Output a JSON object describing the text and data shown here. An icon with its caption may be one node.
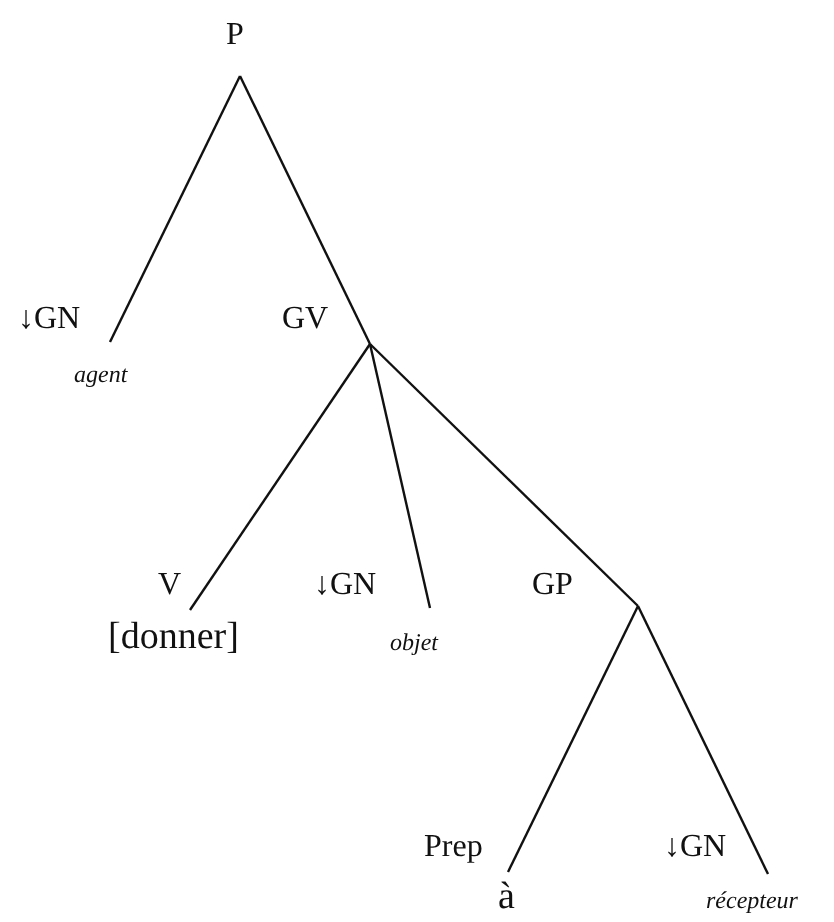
{
  "diagram": {
    "nodes": [
      {
        "text": [
          "P"
        ]
      },
      {
        "text": [
          "↓GN"
        ],
        "beside": [
          "agent"
        ]
      },
      {
        "text": [
          "GV"
        ]
      },
      {
        "text": [
          "V"
        ],
        "beside": [
          "[donner]"
        ]
      },
      {
        "text": [
          "↓GN"
        ],
        "beside": [
          "objet"
        ]
      },
      {
        "text": [
          "GP"
        ]
      },
      {
        "text": [
          "Prep"
        ],
        "beside": [
          "à"
        ]
      },
      {
        "text": [
          "↓GN"
        ],
        "beside": [
          "récepteur"
        ]
      }
    ],
    "edges": [
      {
        "from": 0,
        "to": 1,
        "arrow": "none"
      },
      {
        "from": 0,
        "to": 2,
        "arrow": "none"
      },
      {
        "from": 2,
        "to": 3,
        "arrow": "none"
      },
      {
        "from": 2,
        "to": 4,
        "arrow": "none"
      },
      {
        "from": 2,
        "to": 5,
        "arrow": "none"
      },
      {
        "from": 5,
        "to": 6,
        "arrow": "none"
      },
      {
        "from": 5,
        "to": 7,
        "arrow": "none"
      }
    ]
  }
}
